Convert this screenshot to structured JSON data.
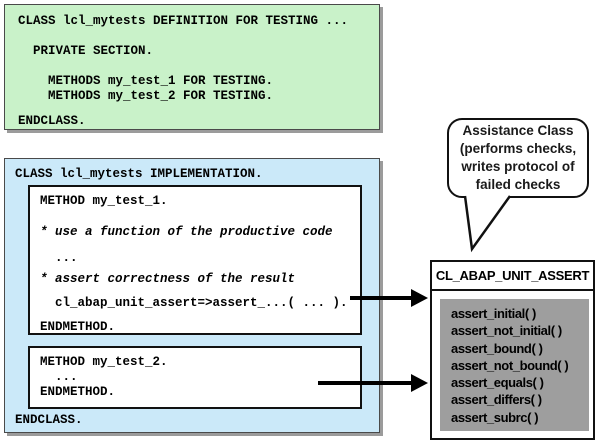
{
  "diagram": {
    "definition_box": {
      "lines": [
        "CLASS lcl_mytests DEFINITION FOR TESTING ...",
        "  PRIVATE SECTION.",
        "    METHODS my_test_1 FOR TESTING.",
        "    METHODS my_test_2 FOR TESTING.",
        "ENDCLASS."
      ]
    },
    "implementation_box": {
      "header": "CLASS lcl_mytests IMPLEMENTATION.",
      "method1": {
        "line_method": "METHOD my_test_1.",
        "comment1": "* use a function of the productive code",
        "dots": "  ...",
        "comment2": "* assert correctness of the result",
        "assert_call": "  cl_abap_unit_assert=>assert_...( ... ).",
        "line_endmethod": "ENDMETHOD."
      },
      "method2": {
        "line_method": "METHOD my_test_2.",
        "dots": "  ...",
        "line_endmethod": "ENDMETHOD."
      },
      "footer": "ENDCLASS."
    },
    "callout": {
      "lines": [
        "Assistance Class",
        "(performs checks,",
        "writes protocol of",
        "failed checks"
      ]
    },
    "assert_class": {
      "title": "CL_ABAP_UNIT_ASSERT",
      "methods": [
        "assert_initial( )",
        "assert_not_initial( )",
        "assert_bound( )",
        "assert_not_bound( )",
        "assert_equals( )",
        "assert_differs( )",
        "assert_subrc( )"
      ]
    },
    "colors": {
      "definition_bg": "#c9f2c9",
      "implementation_bg": "#cbe9f9",
      "panel_bg": "#9e9e9e"
    }
  }
}
